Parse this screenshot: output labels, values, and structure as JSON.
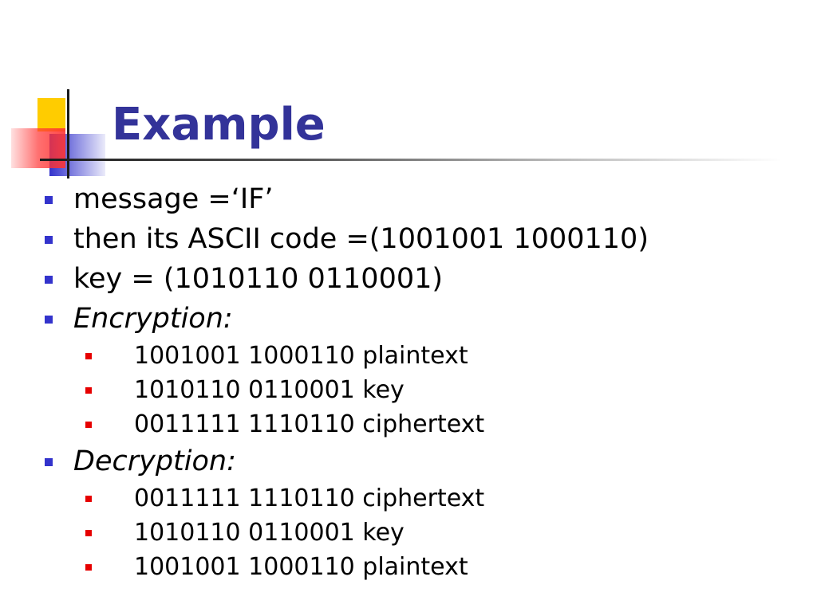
{
  "slide": {
    "title": "Example",
    "colors": {
      "title": "#333399",
      "bullet_level1": "#3333cc",
      "bullet_level2": "#e60000",
      "logo_yellow": "#ffcc00",
      "logo_red": "#ff3333",
      "logo_blue": "#3333cc"
    },
    "bullets": [
      {
        "text": "message =‘IF’",
        "level": 1
      },
      {
        "text": "then its ASCII code =(1001001 1000110)",
        "level": 1
      },
      {
        "text": "key = (1010110 0110001)",
        "level": 1
      },
      {
        "text": "Encryption:",
        "level": 1
      },
      {
        "text": "1001001 1000110 plaintext",
        "level": 2
      },
      {
        "text": "1010110 0110001 key",
        "level": 2
      },
      {
        "text": "0011111 1110110 ciphertext",
        "level": 2
      },
      {
        "text": "Decryption:",
        "level": 1
      },
      {
        "text": "0011111 1110110 ciphertext",
        "level": 2
      },
      {
        "text": "1010110 0110001 key",
        "level": 2
      },
      {
        "text": "1001001 1000110 plaintext",
        "level": 2
      }
    ]
  }
}
